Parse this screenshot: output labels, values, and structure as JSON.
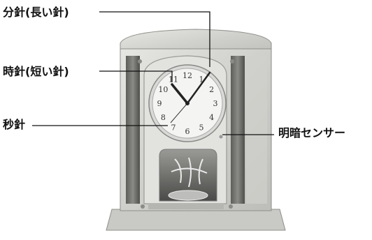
{
  "labels": {
    "minute_hand": "分針(長い針)",
    "hour_hand": "時針(短い針)",
    "second_hand": "秒針",
    "light_sensor": "明暗センサー"
  },
  "dial": {
    "numerals": [
      "12",
      "1",
      "2",
      "3",
      "4",
      "5",
      "6",
      "7",
      "8",
      "9",
      "10",
      "11"
    ]
  },
  "colors": {
    "stone_base": "#d8d8d5",
    "stone_dark": "#6a6a68",
    "dial_face": "#f4f4f2",
    "line": "#111111"
  }
}
